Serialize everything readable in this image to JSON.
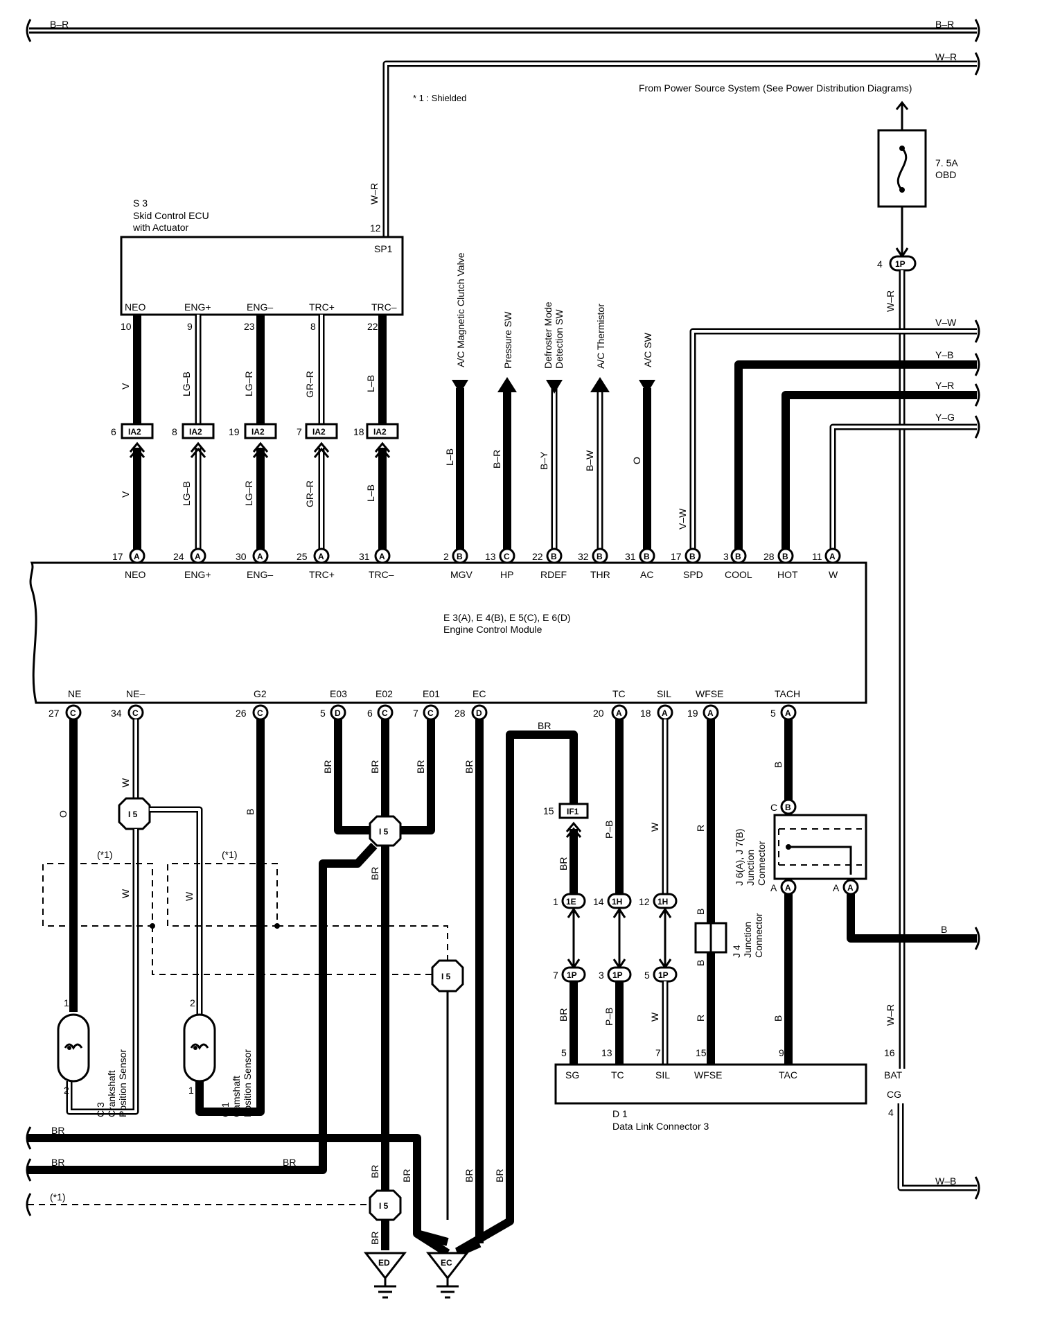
{
  "shield_note": "* 1 : Shielded",
  "power_source": "From Power Source System (See Power Distribution Diagrams)",
  "fuse": {
    "rating": "7. 5A",
    "name": "OBD"
  },
  "skid_ecu": {
    "code": "S 3",
    "name1": "Skid Control ECU",
    "name2": "with Actuator",
    "sp_pin": "12",
    "sp_label": "SP1",
    "pins": [
      {
        "label": "NEO",
        "num": "10",
        "wire_top": "V",
        "conn_pin": "6",
        "wire_bot": "V",
        "ecm_pin": "17",
        "ecm_conn": "A",
        "ecm_label": "NEO"
      },
      {
        "label": "ENG+",
        "num": "9",
        "wire_top": "LG–B",
        "conn_pin": "8",
        "wire_bot": "LG–B",
        "ecm_pin": "24",
        "ecm_conn": "A",
        "ecm_label": "ENG+"
      },
      {
        "label": "ENG–",
        "num": "23",
        "wire_top": "LG–R",
        "conn_pin": "19",
        "wire_bot": "LG–R",
        "ecm_pin": "30",
        "ecm_conn": "A",
        "ecm_label": "ENG–"
      },
      {
        "label": "TRC+",
        "num": "8",
        "wire_top": "GR–R",
        "conn_pin": "7",
        "wire_bot": "GR–R",
        "ecm_pin": "25",
        "ecm_conn": "A",
        "ecm_label": "TRC+"
      },
      {
        "label": "TRC–",
        "num": "22",
        "wire_top": "L–B",
        "conn_pin": "18",
        "wire_bot": "L–B",
        "ecm_pin": "31",
        "ecm_conn": "A",
        "ecm_label": "TRC–"
      }
    ],
    "ia2": "IA2"
  },
  "ac_signals": [
    {
      "name": "A/C Magnetic Clutch Valve",
      "wire": "L–B",
      "pin": "2",
      "conn": "B",
      "label": "MGV"
    },
    {
      "name": "Pressure SW",
      "wire": "B–R",
      "pin": "13",
      "conn": "C",
      "label": "HP"
    },
    {
      "name1": "Defroster Mode",
      "name2": "Detection SW",
      "wire": "B–Y",
      "pin": "22",
      "conn": "B",
      "label": "RDEF"
    },
    {
      "name": "A/C Thermistor",
      "wire": "B–W",
      "pin": "32",
      "conn": "B",
      "label": "THR"
    },
    {
      "name": "A/C SW",
      "wire": "O",
      "pin": "31",
      "conn": "B",
      "label": "AC"
    }
  ],
  "right_inputs": [
    {
      "wire": "V–W",
      "pin": "17",
      "conn": "B",
      "label": "SPD",
      "vlabel": "V–W"
    },
    {
      "wire": "Y–B",
      "pin": "3",
      "conn": "B",
      "label": "COOL"
    },
    {
      "wire": "Y–R",
      "pin": "28",
      "conn": "B",
      "label": "HOT"
    },
    {
      "wire": "Y–G",
      "pin": "11",
      "conn": "A",
      "label": "W"
    }
  ],
  "top_wires": {
    "br": "B–R",
    "wr": "W–R",
    "wb": "W–B",
    "b": "B"
  },
  "ecm": {
    "code": "E 3(A), E 4(B), E 5(C), E 6(D)",
    "name": "Engine Control Module"
  },
  "ecm_bottom": [
    {
      "label": "NE",
      "pin": "27",
      "conn": "C"
    },
    {
      "label": "NE–",
      "pin": "34",
      "conn": "C"
    },
    {
      "label": "G2",
      "pin": "26",
      "conn": "C"
    },
    {
      "label": "E03",
      "pin": "5",
      "conn": "D"
    },
    {
      "label": "E02",
      "pin": "6",
      "conn": "C"
    },
    {
      "label": "E01",
      "pin": "7",
      "conn": "C"
    },
    {
      "label": "EC",
      "pin": "28",
      "conn": "D"
    },
    {
      "label": "TC",
      "pin": "20",
      "conn": "A"
    },
    {
      "label": "SIL",
      "pin": "18",
      "conn": "A"
    },
    {
      "label": "WFSE",
      "pin": "19",
      "conn": "A"
    },
    {
      "label": "TACH",
      "pin": "5",
      "conn": "A"
    }
  ],
  "sensors": {
    "crank": {
      "code": "C 3",
      "name1": "Crankshaft",
      "name2": "Position Sensor",
      "pin1": "1",
      "pin2": "2"
    },
    "cam": {
      "code": "C 1",
      "name1": "Camshaft",
      "name2": "Position Sensor",
      "pin1": "2",
      "pin2": "1"
    }
  },
  "i5": "I 5",
  "shield_mark": "(*1)",
  "if1": {
    "pin": "15",
    "name": "IF1"
  },
  "j_conn": {
    "code": "J 6(A), J 7(B)",
    "name1": "Junction",
    "name2": "Connector",
    "c": "C",
    "b": "B",
    "a": "A"
  },
  "j4": {
    "code": "J 4",
    "name1": "Junction",
    "name2": "Connector"
  },
  "dlc": {
    "code": "D 1",
    "name": "Data Link Connector 3",
    "pins": [
      {
        "label": "SG",
        "num": "5"
      },
      {
        "label": "TC",
        "num": "13"
      },
      {
        "label": "SIL",
        "num": "7"
      },
      {
        "label": "WFSE",
        "num": "15"
      },
      {
        "label": "TAC",
        "num": "9"
      },
      {
        "label": "BAT",
        "num": "16"
      },
      {
        "label": "CG",
        "num": "4"
      }
    ]
  },
  "mid_conns": [
    {
      "pin_top": "1",
      "top": "1E",
      "pin_bot": "7",
      "bot": "1P",
      "wire_top": "BR",
      "wire_bot": "BR"
    },
    {
      "pin_top": "14",
      "top": "1H",
      "pin_bot": "3",
      "bot": "1P",
      "wire_top": "P–B",
      "wire_bot": "P–B"
    },
    {
      "pin_top": "12",
      "top": "1H",
      "pin_bot": "5",
      "bot": "1P",
      "wire_top": "W",
      "wire_bot": "W"
    }
  ],
  "obd_conn": {
    "pin": "4",
    "name": "1P"
  },
  "wires": {
    "O": "O",
    "W": "W",
    "B": "B",
    "BR": "BR",
    "R": "R",
    "WR": "W–R"
  },
  "grounds": {
    "ed": "ED",
    "ec": "EC"
  }
}
